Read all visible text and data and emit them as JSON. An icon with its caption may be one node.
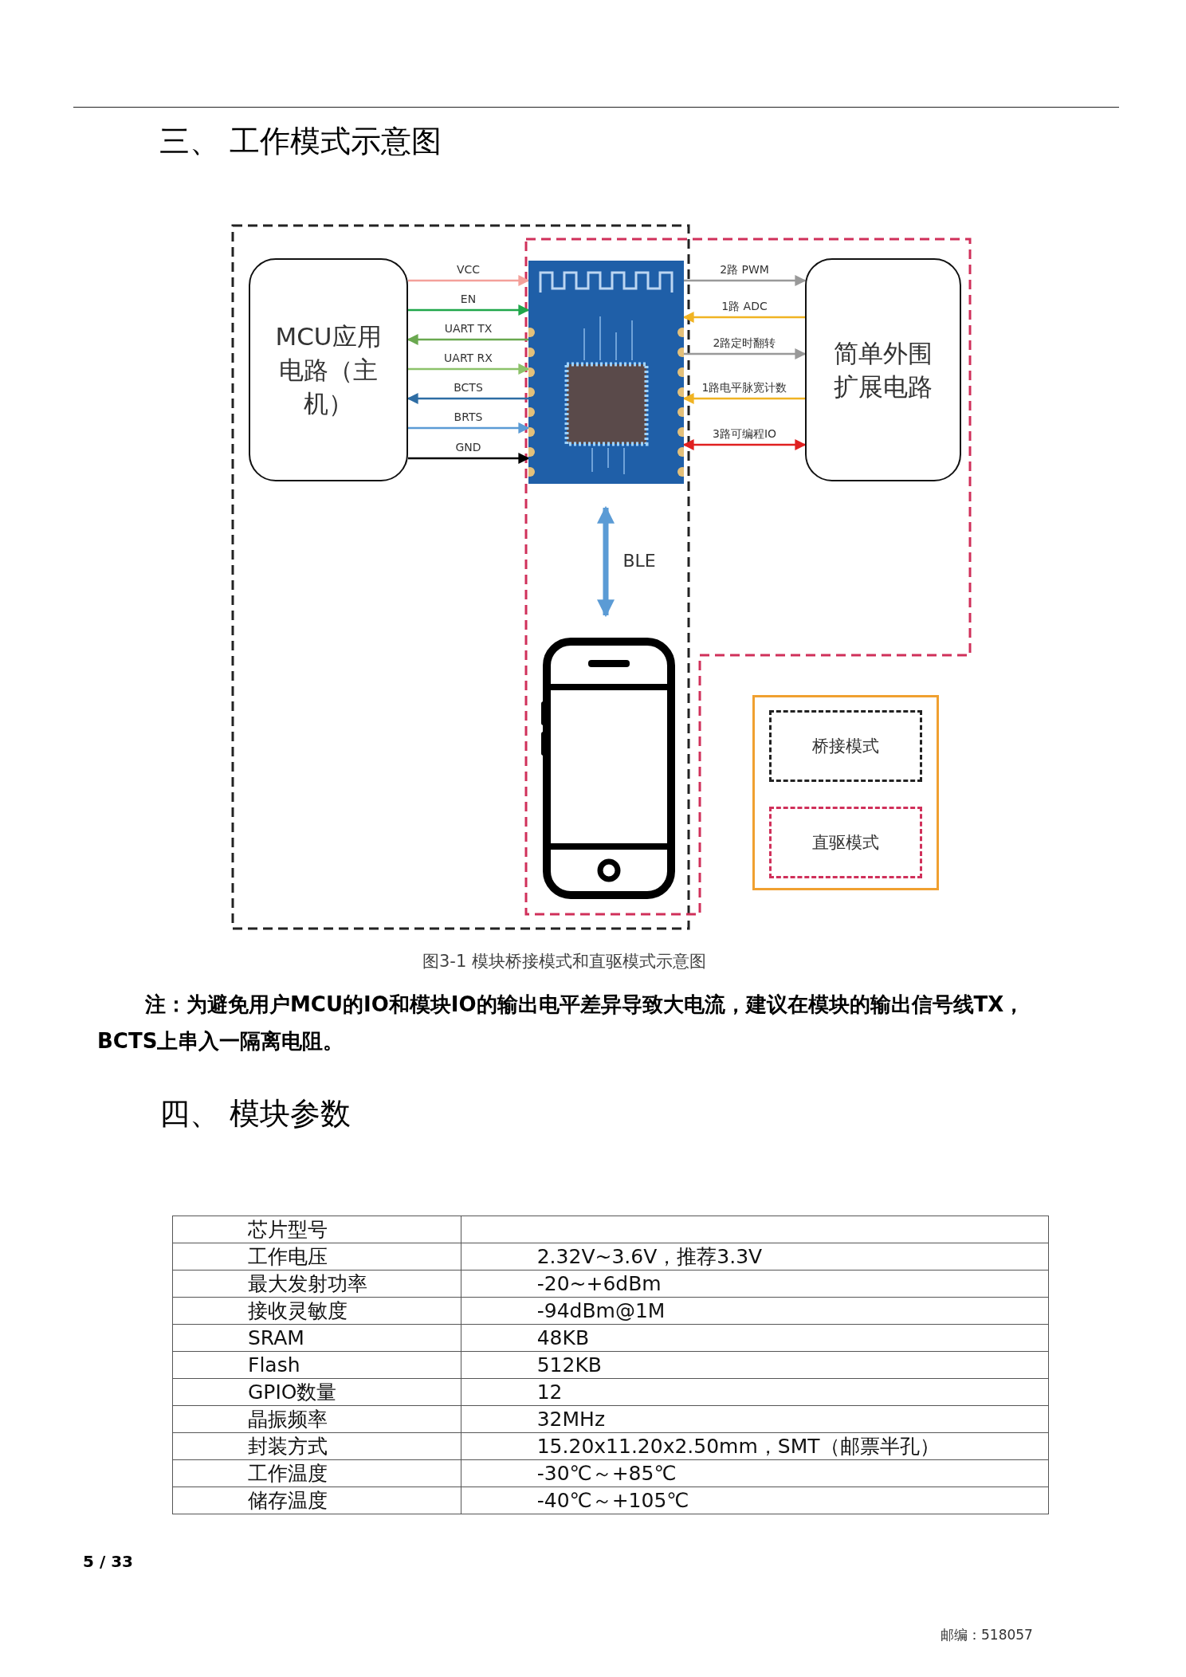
{
  "diagram": {
    "title": "三、 工作模式示意图",
    "caption": "图3-1 模块桥接模式和直驱模式示意图",
    "nodes": [
      {
        "text": [
          "MCU应用电路（主机）"
        ]
      },
      {
        "text": [],
        "shape": "picture"
      },
      {
        "text": [
          "简单外围扩展电路"
        ]
      },
      {
        "text": [],
        "shape": "picture"
      }
    ],
    "edges": [
      {
        "from": 0,
        "to": 1,
        "arrow": "to",
        "label": "VCC",
        "color": "#f4a09a"
      },
      {
        "from": 0,
        "to": 1,
        "arrow": "to",
        "label": "EN",
        "color": "#1fa64a"
      },
      {
        "from": 1,
        "to": 0,
        "arrow": "to",
        "label": "UART TX",
        "color": "#6aa84f"
      },
      {
        "from": 0,
        "to": 1,
        "arrow": "to",
        "label": "UART RX",
        "color": "#8cc26a"
      },
      {
        "from": 1,
        "to": 0,
        "arrow": "to",
        "label": "BCTS",
        "color": "#2e6da4"
      },
      {
        "from": 0,
        "to": 1,
        "arrow": "to",
        "label": "BRTS",
        "color": "#5b9bd5"
      },
      {
        "from": 0,
        "to": 1,
        "arrow": "to",
        "label": "GND",
        "color": "#000000"
      },
      {
        "from": 1,
        "to": 2,
        "arrow": "to",
        "label": "2路 PWM",
        "color": "#999999"
      },
      {
        "from": 2,
        "to": 1,
        "arrow": "to",
        "label": "1路 ADC",
        "color": "#f0b323"
      },
      {
        "from": 1,
        "to": 2,
        "arrow": "to",
        "label": "2路定时翻转",
        "color": "#999999"
      },
      {
        "from": 2,
        "to": 1,
        "arrow": "to",
        "label": "1路电平脉宽计数",
        "color": "#f0b323"
      },
      {
        "from": 1,
        "to": 2,
        "arrow": "both",
        "label": "3路可编程IO",
        "color": "#e02020"
      },
      {
        "from": 1,
        "to": 3,
        "arrow": "both",
        "label": "BLE",
        "style": "thick",
        "color": "#5b9bd5"
      }
    ],
    "labels": [
      "注：为避免用户MCU的IO和模块IO的输出电平差异导致大电流，建议在模块的输出信号线TX，BCTS上串入一隔离电阻。",
      "四、 模块参数",
      "芯片型号",
      "工作电压",
      "2.32V~3.6V，推荐3.3V",
      "最大发射功率",
      "-20~+6dBm",
      "接收灵敏度",
      "-94dBm@1M",
      "SRAM",
      "48KB",
      "Flash",
      "512KB",
      "GPIO数量",
      "12",
      "晶振频率",
      "32MHz",
      "封装方式",
      "15.20x11.20x2.50mm，SMT（邮票半孔）",
      "工作温度",
      "-30℃～+85℃",
      "储存温度",
      "-40℃～+105℃",
      "5 / 33",
      "邮编：518057"
    ],
    "legend": [
      {
        "text": "桥接模式"
      },
      {
        "text": "直驱模式"
      }
    ]
  }
}
